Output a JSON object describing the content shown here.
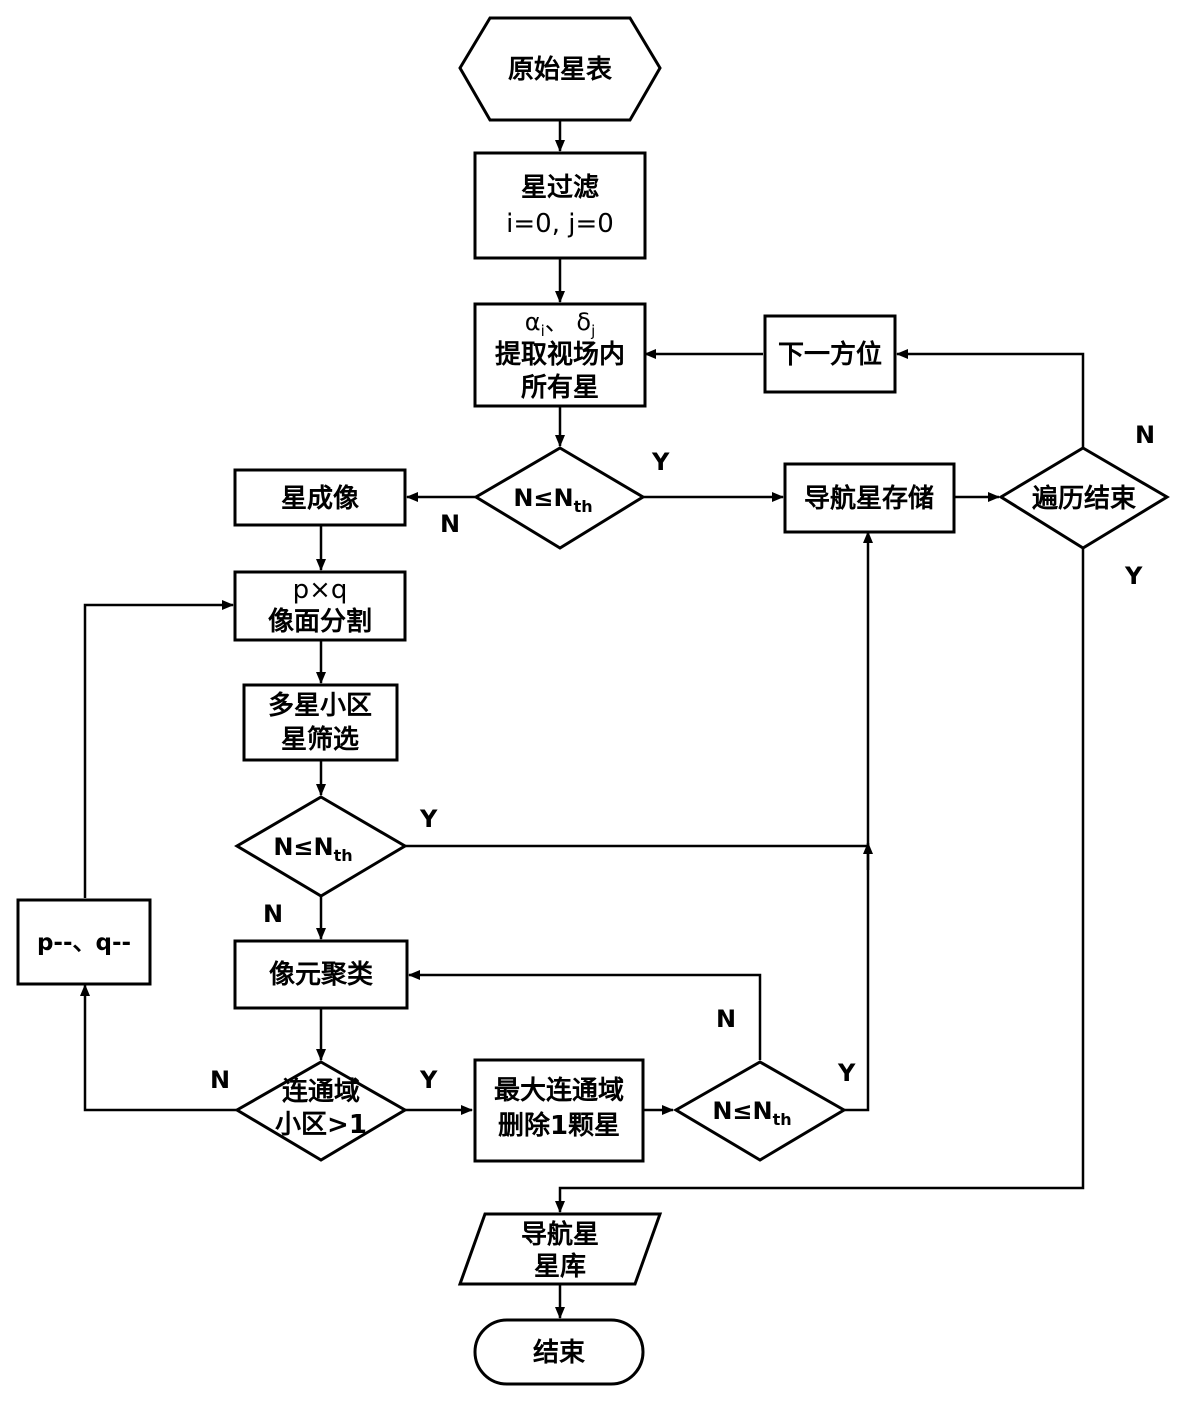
{
  "nodes": {
    "start": "原始星表",
    "filter": {
      "line1": "星过滤",
      "line2": "i=0, j=0"
    },
    "extract": {
      "line1": "α",
      "line1_sub": "i",
      "line1_mid": "、 δ",
      "line1_sub2": "j",
      "line2": "提取视场内",
      "line3": "所有星"
    },
    "next_direction": "下一方位",
    "decision_main": {
      "text": "N≤N",
      "sub": "th"
    },
    "star_imaging": "星成像",
    "nav_storage": "导航星存储",
    "traverse_end": "遍历结束",
    "partition": {
      "line1": "p×q",
      "line2": "像面分割"
    },
    "screening": {
      "line1": "多星小区",
      "line2": "星筛选"
    },
    "decision_2": {
      "text": "N≤N",
      "sub": "th"
    },
    "pq_decrement": "p--、q--",
    "clustering": "像元聚类",
    "conn_domain": {
      "line1": "连通域",
      "line2": "小区>1"
    },
    "delete_star": {
      "line1": "最大连通域",
      "line2": "删除1颗星"
    },
    "decision_3": {
      "text": "N≤N",
      "sub": "th"
    },
    "nav_db": {
      "line1": "导航星",
      "line2": "星库"
    },
    "end": "结束"
  },
  "edge_labels": {
    "yes": "Y",
    "no": "N"
  }
}
